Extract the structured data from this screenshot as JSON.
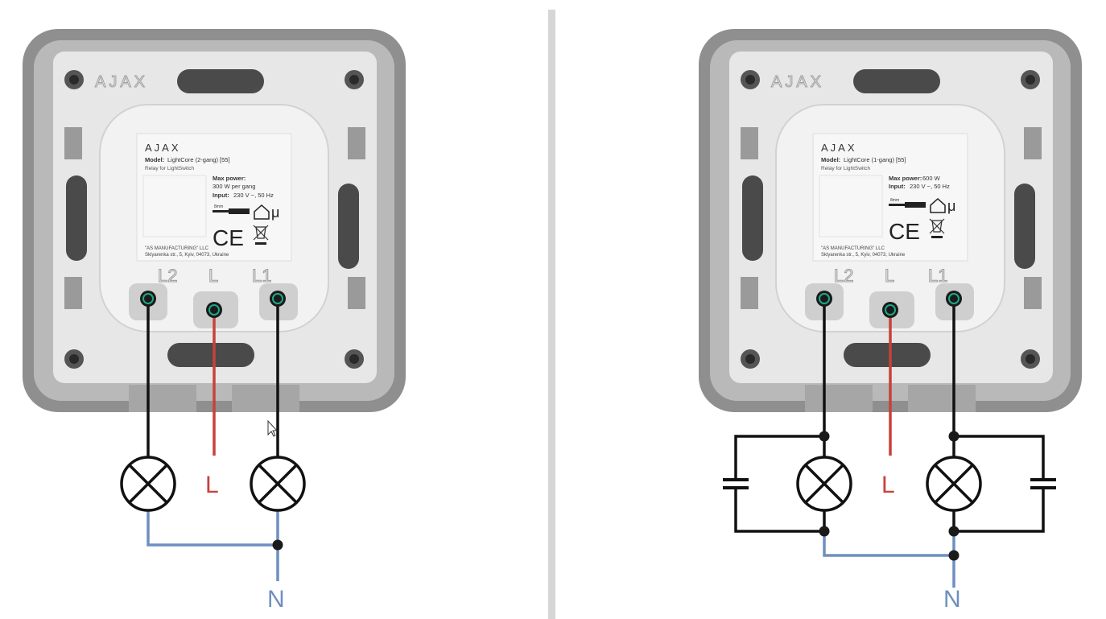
{
  "colors": {
    "line_wire": "#c8413a",
    "neutral_wire": "#6f8fbf",
    "load_wire": "#111111",
    "node": "#1a1a1a",
    "terminal_ring": "#1fa887",
    "housing_outer": "#8f8f8f",
    "housing_inner": "#c9c9c9",
    "plate": "#e6e6e6",
    "divider": "#d6d6d6"
  },
  "diagrams": [
    {
      "brand": "AJAX",
      "label_brand": "AJAX",
      "model_key": "Model:",
      "model_value": "LightCore (2-gang) [55]",
      "subtitle": "Relay for LightSwitch",
      "max_power_key": "Max power:",
      "max_power_value": "300 W per gang",
      "input_key": "Input:",
      "input_value": "230 V ~, 50 Hz",
      "strip_length": "8mm",
      "ce_mark": "CE",
      "micro_mark": "μ",
      "manufacturer": "\"AS MANUFACTURING\" LLC",
      "address": "Sklyarenka str., 5, Kyiv, 04073, Ukraine",
      "terminal_labels": [
        "L2",
        "L",
        "L1"
      ],
      "line_label": "L",
      "neutral_label": "N",
      "capacitors": false
    },
    {
      "brand": "AJAX",
      "label_brand": "AJAX",
      "model_key": "Model:",
      "model_value": "LightCore (1-gang) [55]",
      "subtitle": "Relay for LightSwitch",
      "max_power_key": "Max power:",
      "max_power_value": "600 W",
      "input_key": "Input:",
      "input_value": "230 V ~, 50 Hz",
      "strip_length": "8mm",
      "ce_mark": "CE",
      "micro_mark": "μ",
      "manufacturer": "\"AS MANUFACTURING\" LLC",
      "address": "Sklyarenka str., 5, Kyiv, 04073, Ukraine",
      "terminal_labels": [
        "L2",
        "L",
        "L1"
      ],
      "line_label": "L",
      "neutral_label": "N",
      "capacitors": true
    }
  ]
}
